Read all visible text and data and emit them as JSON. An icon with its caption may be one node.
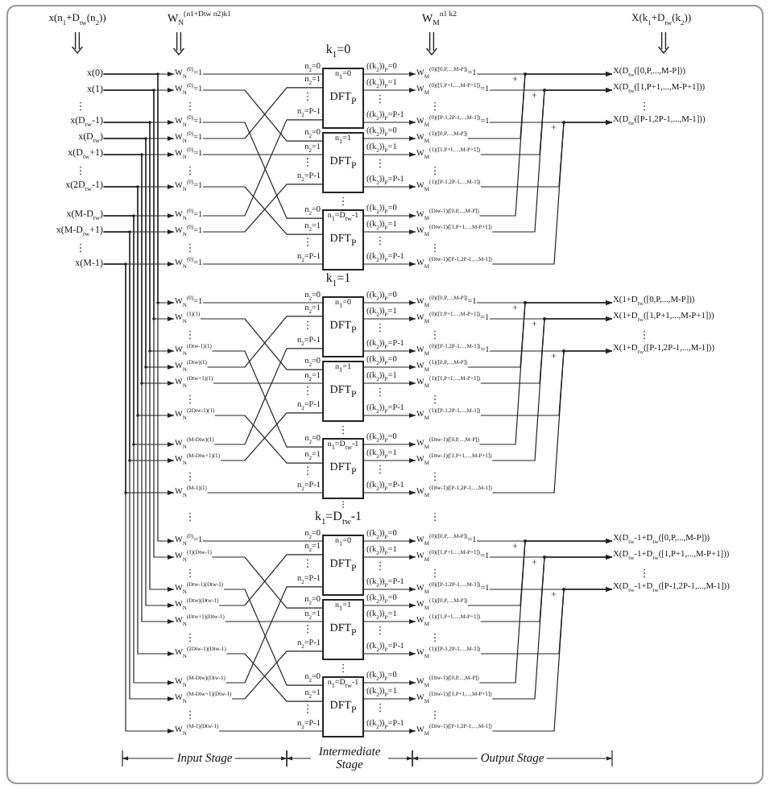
{
  "diagram": {
    "nodes": [
      {
        "text": [
          "x(0)"
        ]
      },
      {
        "text": [
          "x(1)"
        ]
      },
      {
        "text": [
          "x(D$_{tw}$-1)"
        ]
      },
      {
        "text": [
          "x(D$_{tw}$)"
        ]
      },
      {
        "text": [
          "x(D$_{tw}$+1)"
        ]
      },
      {
        "text": [
          "x(2D$_{tw}$-1)"
        ]
      },
      {
        "text": [
          "x(M-D$_{tw}$)"
        ]
      },
      {
        "text": [
          "x(M-D$_{tw}$+1)"
        ]
      },
      {
        "text": [
          "x(M-1)"
        ]
      },
      {
        "text": [
          "W$_{N}$$^{(0)}$=1"
        ]
      },
      {
        "text": [
          "W$_{N}$$^{(0)}$=1"
        ]
      },
      {
        "text": [
          "W$_{N}$$^{(0)}$=1"
        ]
      },
      {
        "text": [
          "W$_{N}$$^{(0)}$=1"
        ]
      },
      {
        "text": [
          "W$_{N}$$^{(0)}$=1"
        ]
      },
      {
        "text": [
          "W$_{N}$$^{(0)}$=1"
        ]
      },
      {
        "text": [
          "W$_{N}$$^{(0)}$=1"
        ]
      },
      {
        "text": [
          "W$_{N}$$^{(0)}$=1"
        ]
      },
      {
        "text": [
          "W$_{N}$$^{(0)}$=1"
        ]
      },
      {
        "text": [
          "n$_{1}$=0",
          "DFT$_{P}$"
        ],
        "beside": [
          "n$_{2}$=0",
          "n$_{2}$=1",
          "n$_{2}$=P-1",
          "((k$_{2}$))$_{P}$=0",
          "((k$_{2}$))$_{P}$=1",
          "((k$_{2}$))$_{P}$=P-1"
        ]
      },
      {
        "text": [
          "n$_{1}$=1",
          "DFT$_{P}$"
        ],
        "beside": [
          "n$_{2}$=0",
          "n$_{2}$=1",
          "n$_{2}$=P-1",
          "((k$_{2}$))$_{P}$=0",
          "((k$_{2}$))$_{P}$=1",
          "((k$_{2}$))$_{P}$=P-1"
        ]
      },
      {
        "text": [
          "n$_{1}$=D$_{tw}$-1",
          "DFT$_{P}$"
        ],
        "beside": [
          "n$_{2}$=0",
          "n$_{2}$=1",
          "n$_{2}$=P-1",
          "((k$_{2}$))$_{P}$=0",
          "((k$_{2}$))$_{P}$=1",
          "((k$_{2}$))$_{P}$=P-1"
        ]
      },
      {
        "text": [
          "W$_{M}$$^{(0)([0,P,...,M-P])}$=1"
        ]
      },
      {
        "text": [
          "W$_{M}$$^{(0)([1,P+1,...,M-P+1])}$=1"
        ]
      },
      {
        "text": [
          "W$_{M}$$^{(0)([P-1,2P-1,...,M-1])}$=1"
        ]
      },
      {
        "text": [
          "W$_{M}$$^{(1)([0,P,...,M-P])}$"
        ]
      },
      {
        "text": [
          "W$_{M}$$^{(1)([1,P+1,...,M-P+1])}$"
        ]
      },
      {
        "text": [
          "W$_{M}$$^{(1)([P-1,2P-1,...,M-1])}$"
        ]
      },
      {
        "text": [
          "W$_{M}$$^{(Dtw-1)([0,P,...,M-P])}$"
        ]
      },
      {
        "text": [
          "W$_{M}$$^{(Dtw-1)([1,P+1,...,M-P+1])}$"
        ]
      },
      {
        "text": [
          "W$_{M}$$^{(Dtw-1)([P-1,2P-1,...,M-1])}$"
        ]
      },
      {
        "text": [
          "X(D$_{tw}$([0,P,...,M-P]))"
        ]
      },
      {
        "text": [
          "X(D$_{tw}$([1,P+1,...,M-P+1]))"
        ]
      },
      {
        "text": [
          "X(D$_{tw}$([P-1,2P-1,...,M-1]))"
        ]
      },
      {
        "text": [
          "W$_{N}$$^{(0)}$=1"
        ]
      },
      {
        "text": [
          "W$_{N}$$^{(1)(1)}$"
        ]
      },
      {
        "text": [
          "W$_{N}$$^{(Dtw-1)(1)}$"
        ]
      },
      {
        "text": [
          "W$_{N}$$^{(Dtw)(1)}$"
        ]
      },
      {
        "text": [
          "W$_{N}$$^{(Dtw+1)(1)}$"
        ]
      },
      {
        "text": [
          "W$_{N}$$^{(2Dtw-1)(1)}$"
        ]
      },
      {
        "text": [
          "W$_{N}$$^{(M-Dtw)(1)}$"
        ]
      },
      {
        "text": [
          "W$_{N}$$^{(M-Dtw+1)(1)}$"
        ]
      },
      {
        "text": [
          "W$_{N}$$^{(M-1)(1)}$"
        ]
      },
      {
        "text": [
          "n$_{1}$=0",
          "DFT$_{P}$"
        ],
        "beside": [
          "n$_{2}$=0",
          "n$_{2}$=1",
          "n$_{2}$=P-1",
          "((k$_{2}$))$_{P}$=0",
          "((k$_{2}$))$_{P}$=1",
          "((k$_{2}$))$_{P}$=P-1"
        ]
      },
      {
        "text": [
          "n$_{1}$=1",
          "DFT$_{P}$"
        ],
        "beside": [
          "n$_{2}$=0",
          "n$_{2}$=1",
          "n$_{2}$=P-1",
          "((k$_{2}$))$_{P}$=0",
          "((k$_{2}$))$_{P}$=1",
          "((k$_{2}$))$_{P}$=P-1"
        ]
      },
      {
        "text": [
          "n$_{1}$=D$_{tw}$-1",
          "DFT$_{P}$"
        ],
        "beside": [
          "n$_{2}$=0",
          "n$_{2}$=1",
          "n$_{2}$=P-1",
          "((k$_{2}$))$_{P}$=0",
          "((k$_{2}$))$_{P}$=1",
          "((k$_{2}$))$_{P}$=P-1"
        ]
      },
      {
        "text": [
          "W$_{M}$$^{(0)([0,P,...,M-P])}$=1"
        ]
      },
      {
        "text": [
          "W$_{M}$$^{(0)([1,P+1,...,M-P+1])}$=1"
        ]
      },
      {
        "text": [
          "W$_{M}$$^{(0)([P-1,2P-1,...,M-1])}$=1"
        ]
      },
      {
        "text": [
          "W$_{M}$$^{(1)([0,P,...,M-P])}$"
        ]
      },
      {
        "text": [
          "W$_{M}$$^{(1)([1,P+1,...,M-P+1])}$"
        ]
      },
      {
        "text": [
          "W$_{M}$$^{(1)([P-1,2P-1,...,M-1])}$"
        ]
      },
      {
        "text": [
          "W$_{M}$$^{(Dtw-1)([0,P,...,M-P])}$"
        ]
      },
      {
        "text": [
          "W$_{M}$$^{(Dtw-1)([1,P+1,...,M-P+1])}$"
        ]
      },
      {
        "text": [
          "W$_{M}$$^{(Dtw-1)([P-1,2P-1,...,M-1])}$"
        ]
      },
      {
        "text": [
          "X(1+D$_{tw}$([0,P,...,M-P]))"
        ]
      },
      {
        "text": [
          "X(1+D$_{tw}$([1,P+1,...,M-P+1]))"
        ]
      },
      {
        "text": [
          "X(1+D$_{tw}$([P-1,2P-1,...,M-1]))"
        ]
      },
      {
        "text": [
          "W$_{N}$$^{(0)}$=1"
        ]
      },
      {
        "text": [
          "W$_{N}$$^{(1)(Dtw-1)}$"
        ]
      },
      {
        "text": [
          "W$_{N}$$^{(Dtw-1)(Dtw-1)}$"
        ]
      },
      {
        "text": [
          "W$_{N}$$^{(Dtw)(Dtw-1)}$"
        ]
      },
      {
        "text": [
          "W$_{N}$$^{(Dtw+1)(Dtw-1)}$"
        ]
      },
      {
        "text": [
          "W$_{N}$$^{(2Dtw-1)(Dtw-1)}$"
        ]
      },
      {
        "text": [
          "W$_{N}$$^{(M-Dtw)(Dtw-1)}$"
        ]
      },
      {
        "text": [
          "W$_{N}$$^{(M-Dtw+1)(Dtw-1)}$"
        ]
      },
      {
        "text": [
          "W$_{N}$$^{(M-1)(Dtw-1)}$"
        ]
      },
      {
        "text": [
          "n$_{1}$=0",
          "DFT$_{P}$"
        ],
        "beside": [
          "n$_{2}$=0",
          "n$_{2}$=1",
          "n$_{2}$=P-1",
          "((k$_{2}$))$_{P}$=0",
          "((k$_{2}$))$_{P}$=1",
          "((k$_{2}$))$_{P}$=P-1"
        ]
      },
      {
        "text": [
          "n$_{1}$=1",
          "DFT$_{P}$"
        ],
        "beside": [
          "n$_{2}$=0",
          "n$_{2}$=1",
          "n$_{2}$=P-1",
          "((k$_{2}$))$_{P}$=0",
          "((k$_{2}$))$_{P}$=1",
          "((k$_{2}$))$_{P}$=P-1"
        ]
      },
      {
        "text": [
          "n$_{1}$=D$_{tw}$-1",
          "DFT$_{P}$"
        ],
        "beside": [
          "n$_{2}$=0",
          "n$_{2}$=1",
          "n$_{2}$=P-1",
          "((k$_{2}$))$_{P}$=0",
          "((k$_{2}$))$_{P}$=1",
          "((k$_{2}$))$_{P}$=P-1"
        ]
      },
      {
        "text": [
          "W$_{M}$$^{(0)([0,P,...,M-P])}$=1"
        ]
      },
      {
        "text": [
          "W$_{M}$$^{(0)([1,P+1,...,M-P+1])}$=1"
        ]
      },
      {
        "text": [
          "W$_{M}$$^{(0)([P-1,2P-1,...,M-1])}$=1"
        ]
      },
      {
        "text": [
          "W$_{M}$$^{(1)([0,P,...,M-P])}$"
        ]
      },
      {
        "text": [
          "W$_{M}$$^{(1)([1,P+1,...,M-P+1])}$"
        ]
      },
      {
        "text": [
          "W$_{M}$$^{(1)([P-1,2P-1,...,M-1])}$"
        ]
      },
      {
        "text": [
          "W$_{M}$$^{(Dtw-1)([0,P,...,M-P])}$"
        ]
      },
      {
        "text": [
          "W$_{M}$$^{(Dtw-1)([1,P+1,...,M-P+1])}$"
        ]
      },
      {
        "text": [
          "W$_{M}$$^{(Dtw-1)([P-1,2P-1,...,M-1])}$"
        ]
      },
      {
        "text": [
          "X(D$_{tw}$-1+D$_{tw}$([0,P,...,M-P]))"
        ]
      },
      {
        "text": [
          "X(D$_{tw}$-1+D$_{tw}$([1,P+1,...,M-P+1]))"
        ]
      },
      {
        "text": [
          "X(D$_{tw}$-1+D$_{tw}$([P-1,2P-1,...,M-1]))"
        ]
      }
    ],
    "edges": [
      {
        "from": 0,
        "to": 9,
        "arrow": "to"
      },
      {
        "from": 1,
        "to": 10,
        "arrow": "to"
      },
      {
        "from": 2,
        "to": 11,
        "arrow": "to"
      },
      {
        "from": 3,
        "to": 12,
        "arrow": "to"
      },
      {
        "from": 4,
        "to": 13,
        "arrow": "to"
      },
      {
        "from": 5,
        "to": 14,
        "arrow": "to"
      },
      {
        "from": 6,
        "to": 15,
        "arrow": "to"
      },
      {
        "from": 7,
        "to": 16,
        "arrow": "to"
      },
      {
        "from": 8,
        "to": 17,
        "arrow": "to"
      },
      {
        "from": 9,
        "to": 18,
        "arrow": "none"
      },
      {
        "from": 10,
        "to": 19,
        "arrow": "none"
      },
      {
        "from": 11,
        "to": 20,
        "arrow": "none"
      },
      {
        "from": 12,
        "to": 18,
        "arrow": "none"
      },
      {
        "from": 13,
        "to": 19,
        "arrow": "none"
      },
      {
        "from": 14,
        "to": 20,
        "arrow": "none"
      },
      {
        "from": 15,
        "to": 18,
        "arrow": "none"
      },
      {
        "from": 16,
        "to": 19,
        "arrow": "none"
      },
      {
        "from": 17,
        "to": 20,
        "arrow": "none"
      },
      {
        "from": 18,
        "to": 21,
        "arrow": "to"
      },
      {
        "from": 18,
        "to": 22,
        "arrow": "to"
      },
      {
        "from": 18,
        "to": 23,
        "arrow": "to"
      },
      {
        "from": 19,
        "to": 24,
        "arrow": "to"
      },
      {
        "from": 19,
        "to": 25,
        "arrow": "to"
      },
      {
        "from": 19,
        "to": 26,
        "arrow": "to"
      },
      {
        "from": 20,
        "to": 27,
        "arrow": "to"
      },
      {
        "from": 20,
        "to": 28,
        "arrow": "to"
      },
      {
        "from": 20,
        "to": 29,
        "arrow": "to"
      },
      {
        "from": 21,
        "to": 30,
        "arrow": "to"
      },
      {
        "from": 22,
        "to": 31,
        "arrow": "to"
      },
      {
        "from": 23,
        "to": 32,
        "arrow": "to"
      },
      {
        "from": 24,
        "to": 30,
        "arrow": "to"
      },
      {
        "from": 25,
        "to": 31,
        "arrow": "to"
      },
      {
        "from": 26,
        "to": 32,
        "arrow": "to"
      },
      {
        "from": 27,
        "to": 30,
        "arrow": "to"
      },
      {
        "from": 28,
        "to": 31,
        "arrow": "to"
      },
      {
        "from": 29,
        "to": 32,
        "arrow": "to"
      },
      {
        "from": 0,
        "to": 33,
        "arrow": "to"
      },
      {
        "from": 1,
        "to": 34,
        "arrow": "to"
      },
      {
        "from": 2,
        "to": 35,
        "arrow": "to"
      },
      {
        "from": 3,
        "to": 36,
        "arrow": "to"
      },
      {
        "from": 4,
        "to": 37,
        "arrow": "to"
      },
      {
        "from": 5,
        "to": 38,
        "arrow": "to"
      },
      {
        "from": 6,
        "to": 39,
        "arrow": "to"
      },
      {
        "from": 7,
        "to": 40,
        "arrow": "to"
      },
      {
        "from": 8,
        "to": 41,
        "arrow": "to"
      },
      {
        "from": 33,
        "to": 42,
        "arrow": "none"
      },
      {
        "from": 34,
        "to": 43,
        "arrow": "none"
      },
      {
        "from": 35,
        "to": 44,
        "arrow": "none"
      },
      {
        "from": 36,
        "to": 42,
        "arrow": "none"
      },
      {
        "from": 37,
        "to": 43,
        "arrow": "none"
      },
      {
        "from": 38,
        "to": 44,
        "arrow": "none"
      },
      {
        "from": 39,
        "to": 42,
        "arrow": "none"
      },
      {
        "from": 40,
        "to": 43,
        "arrow": "none"
      },
      {
        "from": 41,
        "to": 44,
        "arrow": "none"
      },
      {
        "from": 42,
        "to": 45,
        "arrow": "to"
      },
      {
        "from": 42,
        "to": 46,
        "arrow": "to"
      },
      {
        "from": 42,
        "to": 47,
        "arrow": "to"
      },
      {
        "from": 43,
        "to": 48,
        "arrow": "to"
      },
      {
        "from": 43,
        "to": 49,
        "arrow": "to"
      },
      {
        "from": 43,
        "to": 50,
        "arrow": "to"
      },
      {
        "from": 44,
        "to": 51,
        "arrow": "to"
      },
      {
        "from": 44,
        "to": 52,
        "arrow": "to"
      },
      {
        "from": 44,
        "to": 53,
        "arrow": "to"
      },
      {
        "from": 45,
        "to": 54,
        "arrow": "to"
      },
      {
        "from": 46,
        "to": 55,
        "arrow": "to"
      },
      {
        "from": 47,
        "to": 56,
        "arrow": "to"
      },
      {
        "from": 48,
        "to": 54,
        "arrow": "to"
      },
      {
        "from": 49,
        "to": 55,
        "arrow": "to"
      },
      {
        "from": 50,
        "to": 56,
        "arrow": "to"
      },
      {
        "from": 51,
        "to": 54,
        "arrow": "to"
      },
      {
        "from": 52,
        "to": 55,
        "arrow": "to"
      },
      {
        "from": 53,
        "to": 56,
        "arrow": "to"
      },
      {
        "from": 0,
        "to": 57,
        "arrow": "to"
      },
      {
        "from": 1,
        "to": 58,
        "arrow": "to"
      },
      {
        "from": 2,
        "to": 59,
        "arrow": "to"
      },
      {
        "from": 3,
        "to": 60,
        "arrow": "to"
      },
      {
        "from": 4,
        "to": 61,
        "arrow": "to"
      },
      {
        "from": 5,
        "to": 62,
        "arrow": "to"
      },
      {
        "from": 6,
        "to": 63,
        "arrow": "to"
      },
      {
        "from": 7,
        "to": 64,
        "arrow": "to"
      },
      {
        "from": 8,
        "to": 65,
        "arrow": "to"
      },
      {
        "from": 57,
        "to": 66,
        "arrow": "none"
      },
      {
        "from": 58,
        "to": 67,
        "arrow": "none"
      },
      {
        "from": 59,
        "to": 68,
        "arrow": "none"
      },
      {
        "from": 60,
        "to": 66,
        "arrow": "none"
      },
      {
        "from": 61,
        "to": 67,
        "arrow": "none"
      },
      {
        "from": 62,
        "to": 68,
        "arrow": "none"
      },
      {
        "from": 63,
        "to": 66,
        "arrow": "none"
      },
      {
        "from": 64,
        "to": 67,
        "arrow": "none"
      },
      {
        "from": 65,
        "to": 68,
        "arrow": "none"
      },
      {
        "from": 66,
        "to": 69,
        "arrow": "to"
      },
      {
        "from": 66,
        "to": 70,
        "arrow": "to"
      },
      {
        "from": 66,
        "to": 71,
        "arrow": "to"
      },
      {
        "from": 67,
        "to": 72,
        "arrow": "to"
      },
      {
        "from": 67,
        "to": 73,
        "arrow": "to"
      },
      {
        "from": 67,
        "to": 74,
        "arrow": "to"
      },
      {
        "from": 68,
        "to": 75,
        "arrow": "to"
      },
      {
        "from": 68,
        "to": 76,
        "arrow": "to"
      },
      {
        "from": 68,
        "to": 77,
        "arrow": "to"
      },
      {
        "from": 69,
        "to": 78,
        "arrow": "to"
      },
      {
        "from": 70,
        "to": 79,
        "arrow": "to"
      },
      {
        "from": 71,
        "to": 80,
        "arrow": "to"
      },
      {
        "from": 72,
        "to": 78,
        "arrow": "to"
      },
      {
        "from": 73,
        "to": 79,
        "arrow": "to"
      },
      {
        "from": 74,
        "to": 80,
        "arrow": "to"
      },
      {
        "from": 75,
        "to": 78,
        "arrow": "to"
      },
      {
        "from": 76,
        "to": 79,
        "arrow": "to"
      },
      {
        "from": 77,
        "to": 80,
        "arrow": "to"
      }
    ],
    "labels": [
      "x(n$_{1}$+D$_{tw}$(n$_{2}$))",
      "W$_{N}$$^{(n1+Dtw n2)k1}$",
      "W$_{M}$$^{n1 k2}$",
      "X(k$_{1}$+D$_{tw}$(k$_{2}$))",
      "k$_{1}$=0",
      "+",
      "+",
      "+",
      "k$_{1}$=1",
      "+",
      "+",
      "+",
      "k$_{1}$=D$_{tw}$-1",
      "+",
      "+",
      "+",
      "Input Stage",
      "Intermediate Stage",
      "Output Stage"
    ]
  }
}
